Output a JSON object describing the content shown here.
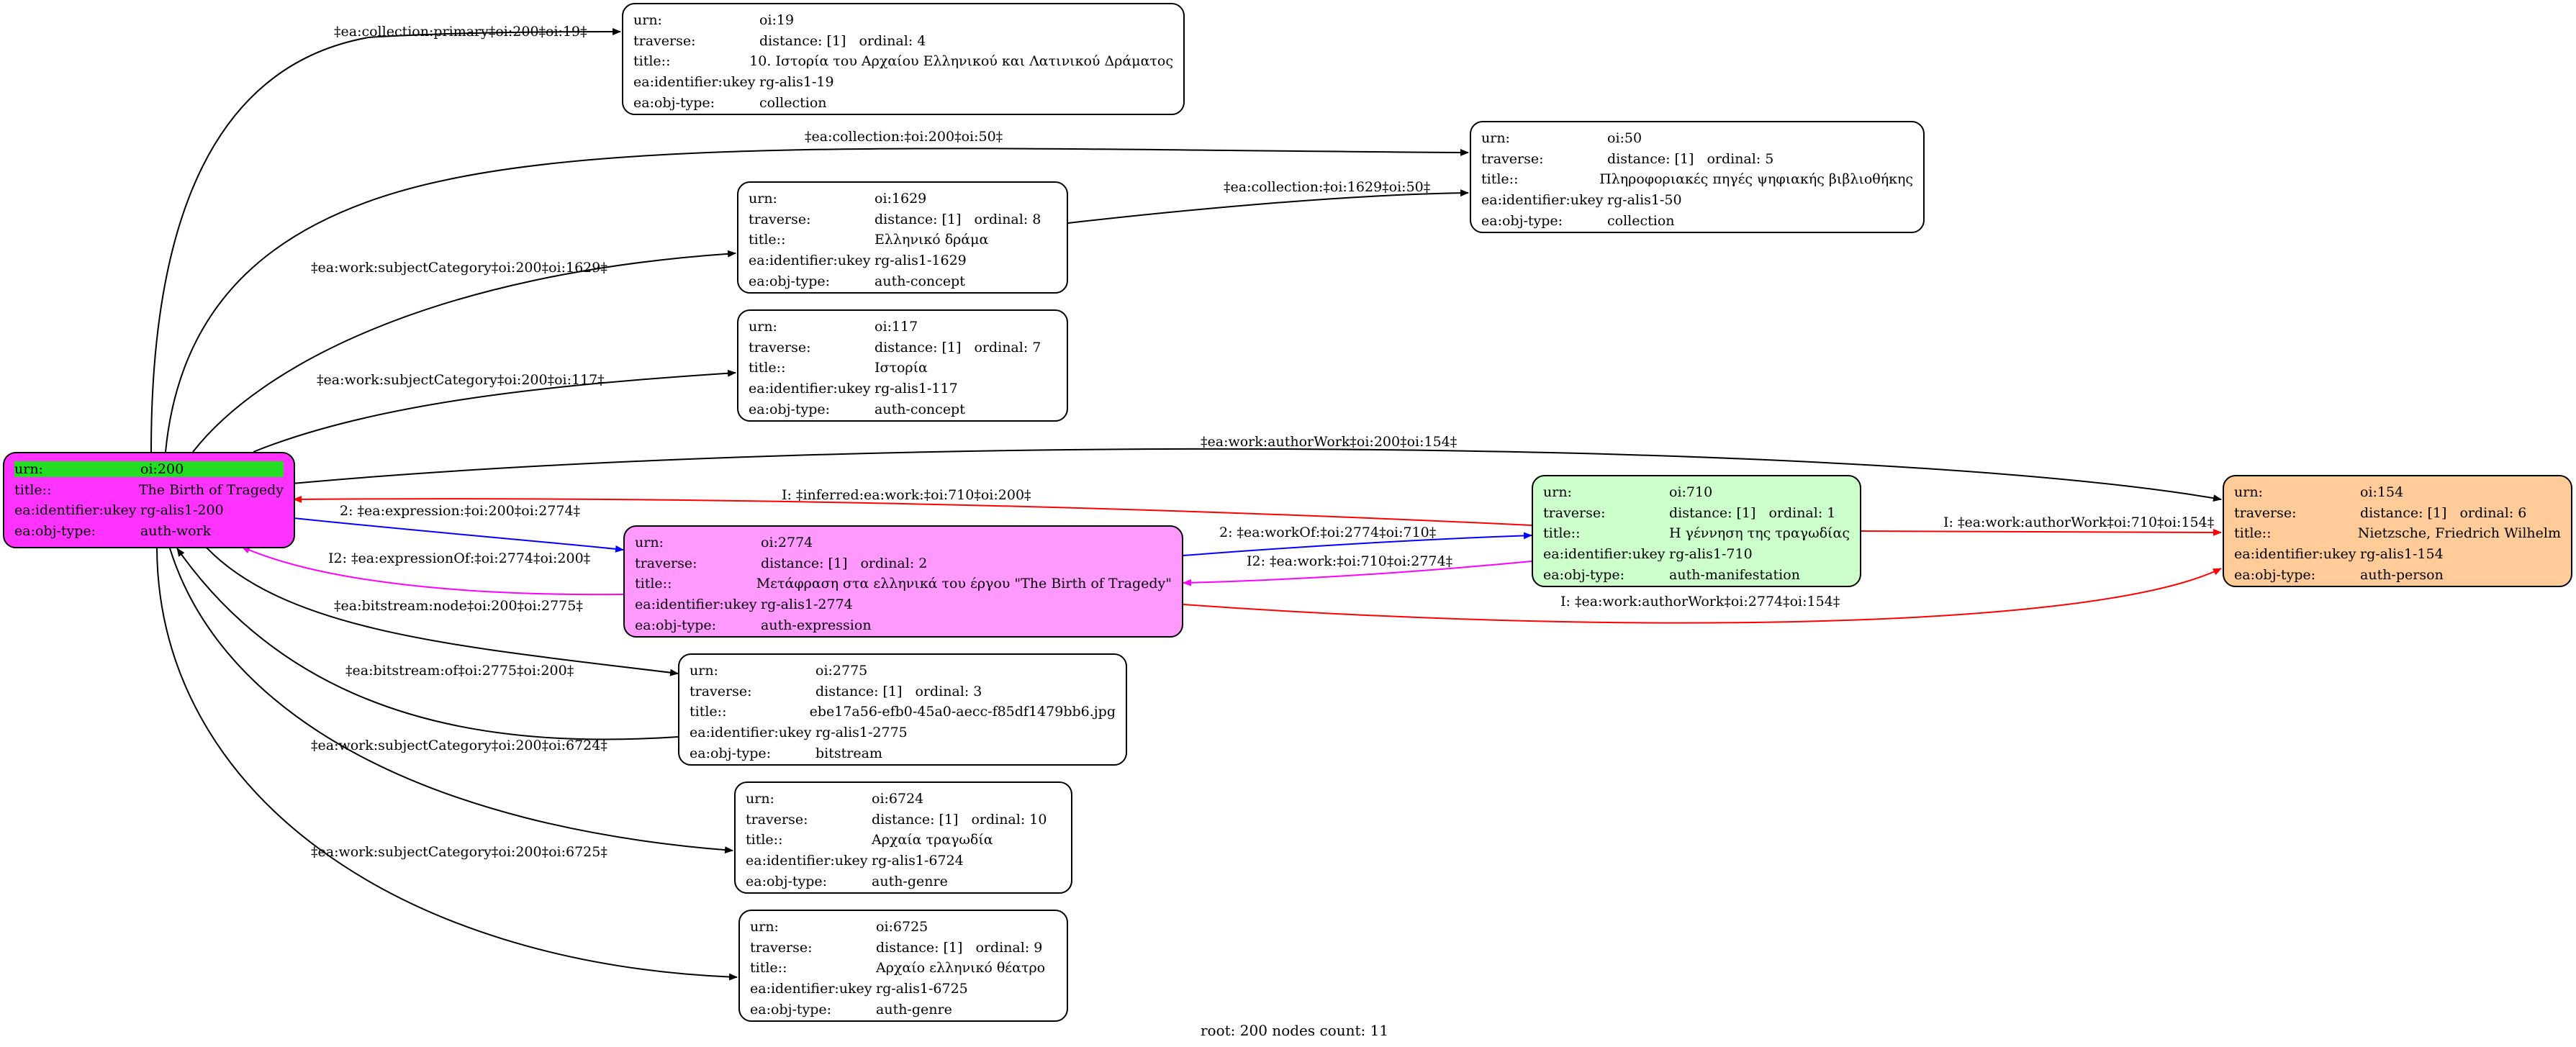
{
  "colors": {
    "root_fill": "#ff33ff",
    "expression_fill": "#ff99ff",
    "manifestation_fill": "#ccffcc",
    "person_fill": "#ffcc99",
    "default_fill": "#ffffff",
    "urn_highlight": "#22dd22",
    "edge_black": "#000000",
    "edge_blue": "#0000ff",
    "edge_red": "#ff0000",
    "edge_magenta": "#ff00ff"
  },
  "field_labels": {
    "urn": "urn:",
    "traverse": "traverse:",
    "title": "title::",
    "ukey": "ea:identifier:ukey",
    "objtype": "ea:obj-type:"
  },
  "nodes": {
    "oi200": {
      "urn": "oi:200",
      "title": "The Birth of Tragedy",
      "ukey": "rg-alis1-200",
      "objtype": "auth-work"
    },
    "oi19": {
      "urn": "oi:19",
      "distance": "distance: [1]",
      "ordinal": "ordinal: 4",
      "title": "10. Ιστορία του Αρχαίου Ελληνικού και Λατινικού Δράματος",
      "ukey": "rg-alis1-19",
      "objtype": "collection"
    },
    "oi50": {
      "urn": "oi:50",
      "distance": "distance: [1]",
      "ordinal": "ordinal: 5",
      "title": "Πληροφοριακές πηγές ψηφιακής βιβλιοθήκης",
      "ukey": "rg-alis1-50",
      "objtype": "collection"
    },
    "oi1629": {
      "urn": "oi:1629",
      "distance": "distance: [1]",
      "ordinal": "ordinal: 8",
      "title": "Ελληνικό δράμα",
      "ukey": "rg-alis1-1629",
      "objtype": "auth-concept"
    },
    "oi117": {
      "urn": "oi:117",
      "distance": "distance: [1]",
      "ordinal": "ordinal: 7",
      "title": "Ιστορία",
      "ukey": "rg-alis1-117",
      "objtype": "auth-concept"
    },
    "oi2774": {
      "urn": "oi:2774",
      "distance": "distance: [1]",
      "ordinal": "ordinal: 2",
      "title": "Μετάφραση στα ελληνικά του έργου \"The Birth of Tragedy\"",
      "ukey": "rg-alis1-2774",
      "objtype": "auth-expression"
    },
    "oi710": {
      "urn": "oi:710",
      "distance": "distance: [1]",
      "ordinal": "ordinal: 1",
      "title": "Η γέννηση της τραγωδίας",
      "ukey": "rg-alis1-710",
      "objtype": "auth-manifestation"
    },
    "oi154": {
      "urn": "oi:154",
      "distance": "distance: [1]",
      "ordinal": "ordinal: 6",
      "title": "Nietzsche, Friedrich Wilhelm",
      "ukey": "rg-alis1-154",
      "objtype": "auth-person"
    },
    "oi2775": {
      "urn": "oi:2775",
      "distance": "distance: [1]",
      "ordinal": "ordinal: 3",
      "title": "ebe17a56-efb0-45a0-aecc-f85df1479bb6.jpg",
      "ukey": "rg-alis1-2775",
      "objtype": "bitstream"
    },
    "oi6724": {
      "urn": "oi:6724",
      "distance": "distance: [1]",
      "ordinal": "ordinal: 10",
      "title": "Αρχαία τραγωδία",
      "ukey": "rg-alis1-6724",
      "objtype": "auth-genre"
    },
    "oi6725": {
      "urn": "oi:6725",
      "distance": "distance: [1]",
      "ordinal": "ordinal: 9",
      "title": "Αρχαίο ελληνικό θέατρο",
      "ukey": "rg-alis1-6725",
      "objtype": "auth-genre"
    }
  },
  "edges": [
    {
      "id": "e1",
      "color": "black",
      "label": "‡ea:collection:primary‡oi:200‡oi:19‡"
    },
    {
      "id": "e2",
      "color": "black",
      "label": "‡ea:collection:‡oi:200‡oi:50‡"
    },
    {
      "id": "e3",
      "color": "black",
      "label": "‡ea:collection:‡oi:1629‡oi:50‡"
    },
    {
      "id": "e4",
      "color": "black",
      "label": "‡ea:work:subjectCategory‡oi:200‡oi:1629‡"
    },
    {
      "id": "e5",
      "color": "black",
      "label": "‡ea:work:subjectCategory‡oi:200‡oi:117‡"
    },
    {
      "id": "e6",
      "color": "black",
      "label": "‡ea:work:authorWork‡oi:200‡oi:154‡"
    },
    {
      "id": "e7",
      "color": "red",
      "label": "I: ‡inferred:ea:work:‡oi:710‡oi:200‡"
    },
    {
      "id": "e8",
      "color": "blue",
      "label": "2: ‡ea:expression:‡oi:200‡oi:2774‡"
    },
    {
      "id": "e9",
      "color": "magenta",
      "label": "I2: ‡ea:expressionOf:‡oi:2774‡oi:200‡"
    },
    {
      "id": "e10",
      "color": "blue",
      "label": "2: ‡ea:workOf:‡oi:2774‡oi:710‡"
    },
    {
      "id": "e11",
      "color": "magenta",
      "label": "I2: ‡ea:work:‡oi:710‡oi:2774‡"
    },
    {
      "id": "e12",
      "color": "red",
      "label": "I: ‡ea:work:authorWork‡oi:710‡oi:154‡"
    },
    {
      "id": "e13",
      "color": "red",
      "label": "I: ‡ea:work:authorWork‡oi:2774‡oi:154‡"
    },
    {
      "id": "e14",
      "color": "black",
      "label": "‡ea:bitstream:node‡oi:200‡oi:2775‡"
    },
    {
      "id": "e15",
      "color": "black",
      "label": "‡ea:bitstream:of‡oi:2775‡oi:200‡"
    },
    {
      "id": "e16",
      "color": "black",
      "label": "‡ea:work:subjectCategory‡oi:200‡oi:6724‡"
    },
    {
      "id": "e17",
      "color": "black",
      "label": "‡ea:work:subjectCategory‡oi:200‡oi:6725‡"
    }
  ],
  "footer": "root: 200 nodes count: 11"
}
